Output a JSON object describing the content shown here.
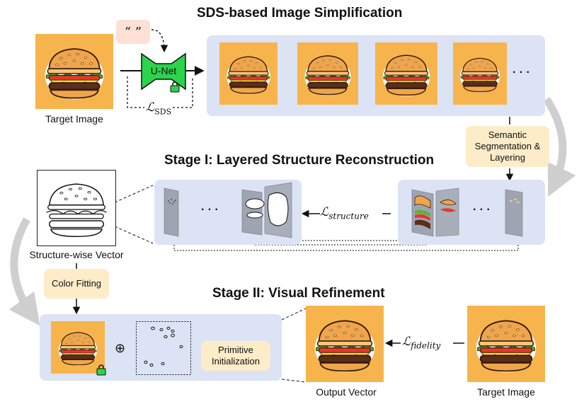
{
  "titles": {
    "sds": "SDS-based Image Simplification",
    "stage1": "Stage I: Layered Structure Reconstruction",
    "stage2": "Stage II: Visual Refinement"
  },
  "captions": {
    "target_top": "Target Image",
    "structure_vector": "Structure-wise Vector",
    "output_vector": "Output Vector",
    "target_bottom": "Target Image"
  },
  "prompt_text": "“ ”",
  "unet_label": "U-Net",
  "losses": {
    "sds": "ℒSDS",
    "structure": "ℒstructure",
    "fidelity": "ℒfidelity"
  },
  "notes": {
    "semantic": "Semantic Segmentation & Layering",
    "color": "Color Fitting",
    "primitive": "Primitive Initialization"
  },
  "ellipsis": "· · ·",
  "plus_symbol": "⊕",
  "colors": {
    "panel": "#dbe3f5",
    "note": "#fcecc8",
    "orange_bg": "#f7b44c",
    "unet": "#2bd44a",
    "prompt_box": "#fde0d6"
  }
}
